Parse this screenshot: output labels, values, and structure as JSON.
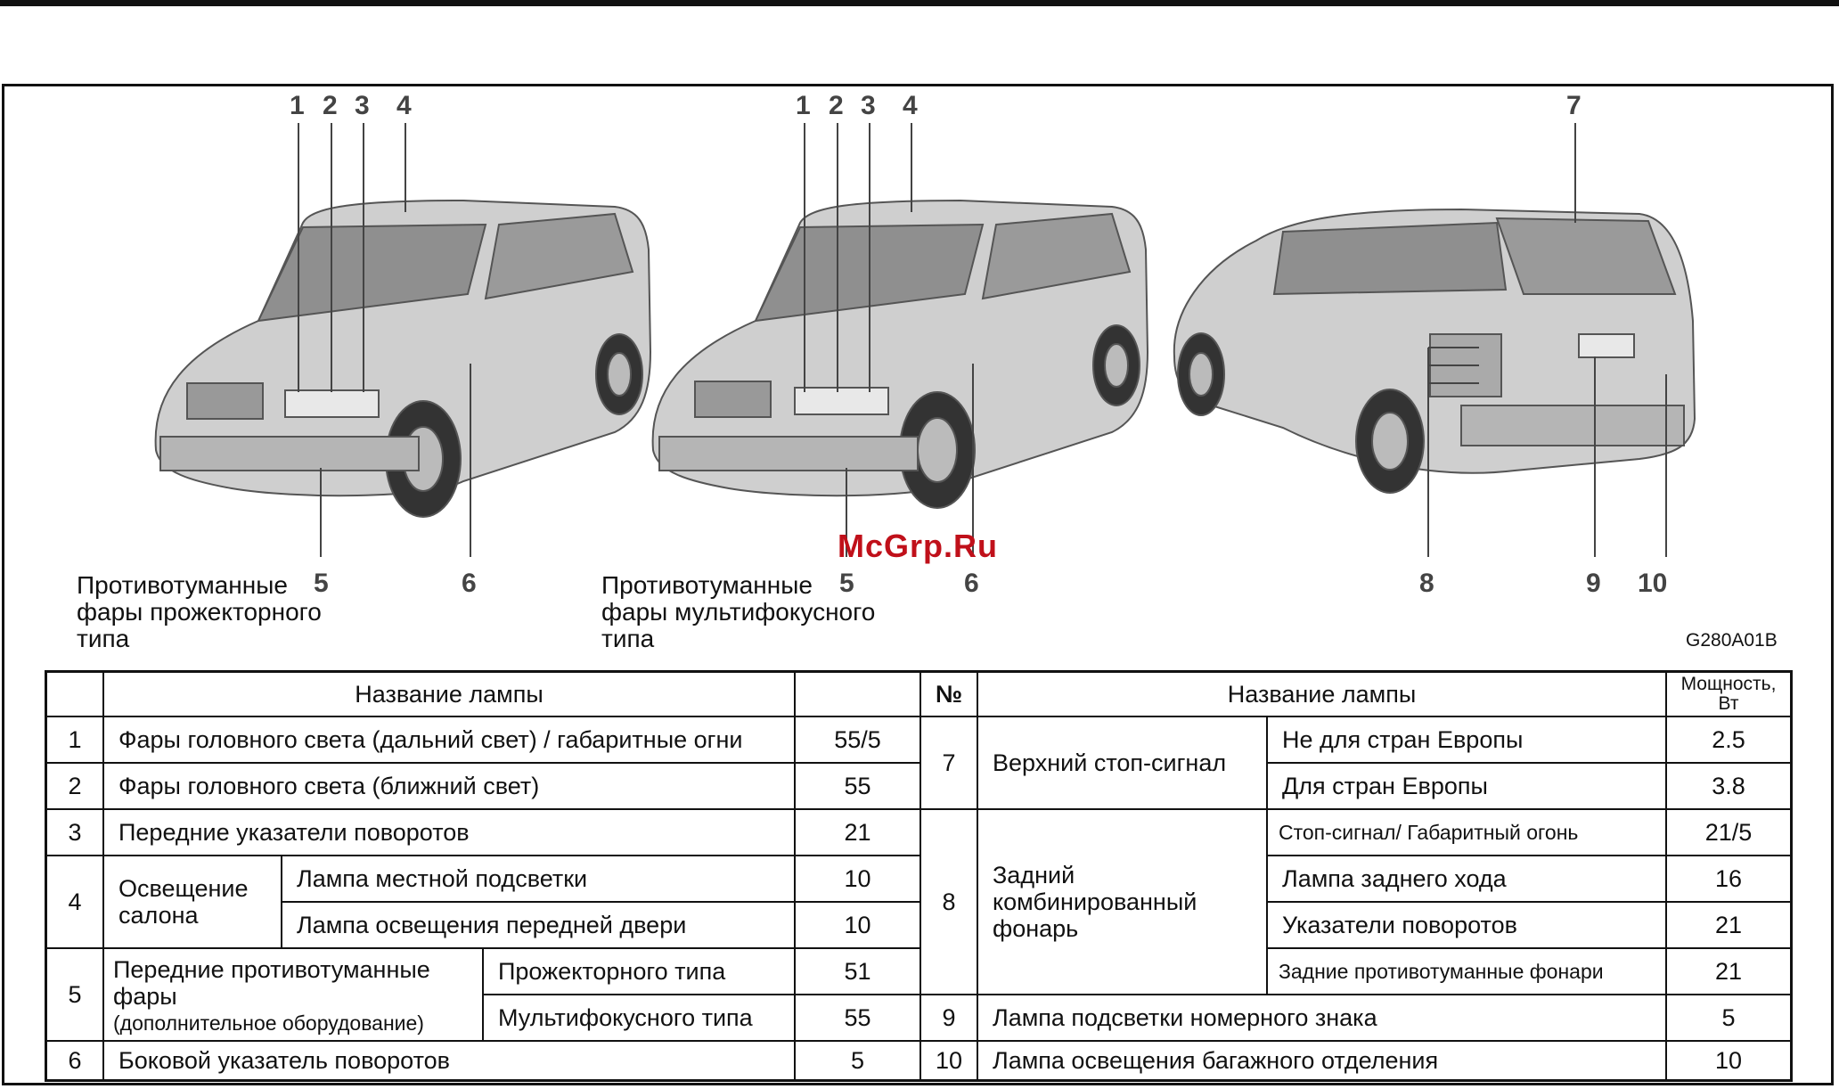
{
  "figure": {
    "callouts_left": [
      "1",
      "2",
      "3",
      "4",
      "5",
      "6"
    ],
    "callouts_mid": [
      "1",
      "2",
      "3",
      "4",
      "5",
      "6"
    ],
    "callouts_right": [
      "7",
      "8",
      "9",
      "10"
    ],
    "caption_left": [
      "Противотуманные",
      "фары прожекторного",
      "типа"
    ],
    "caption_mid": [
      "Противотуманные",
      "фары мультифокусного",
      "типа"
    ],
    "figure_code": "G280A01B",
    "watermark": "McGrp.Ru"
  },
  "table": {
    "header_left_name": "Название лампы",
    "header_no": "№",
    "header_right_name": "Название лампы",
    "header_power": [
      "Мощность,",
      "Вт"
    ],
    "rows_left": [
      {
        "no": "1",
        "name": "Фары головного света (дальний свет) / габаритные огни",
        "power": "55/5"
      },
      {
        "no": "2",
        "name": "Фары головного света (ближний свет)",
        "power": "55"
      },
      {
        "no": "3",
        "name": "Передние указатели поворотов",
        "power": "21"
      },
      {
        "no": "4",
        "group": [
          "Освещение",
          "салона"
        ],
        "subs": [
          {
            "name": "Лампа местной подсветки",
            "power": "10"
          },
          {
            "name": "Лампа освещения передней двери",
            "power": "10"
          }
        ]
      },
      {
        "no": "5",
        "group": [
          "Передние противотуманные",
          "фары",
          "(дополнительное оборудование)"
        ],
        "subs": [
          {
            "name": "Прожекторного типа",
            "power": "51"
          },
          {
            "name": "Мультифокусного типа",
            "power": "55"
          }
        ]
      },
      {
        "no": "6",
        "name": "Боковой указатель поворотов",
        "power": "5"
      }
    ],
    "rows_right": [
      {
        "no": "7",
        "group": "Верхний стоп-сигнал",
        "subs": [
          {
            "name": "Не для стран Европы",
            "power": "2.5"
          },
          {
            "name": "Для стран Европы",
            "power": "3.8"
          }
        ]
      },
      {
        "no": "8",
        "group": [
          "Задний",
          "комбинированный",
          "фонарь"
        ],
        "subs": [
          {
            "name": "Стоп-сигнал/ Габаритный огонь",
            "power": "21/5"
          },
          {
            "name": "Лампа заднего хода",
            "power": "16"
          },
          {
            "name": "Указатели поворотов",
            "power": "21"
          },
          {
            "name": "Задние противотуманные фонари",
            "power": "21"
          }
        ]
      },
      {
        "no": "9",
        "name": "Лампа подсветки номерного знака",
        "power": "5"
      },
      {
        "no": "10",
        "name": "Лампа освещения багажного отделения",
        "power": "10"
      }
    ]
  }
}
